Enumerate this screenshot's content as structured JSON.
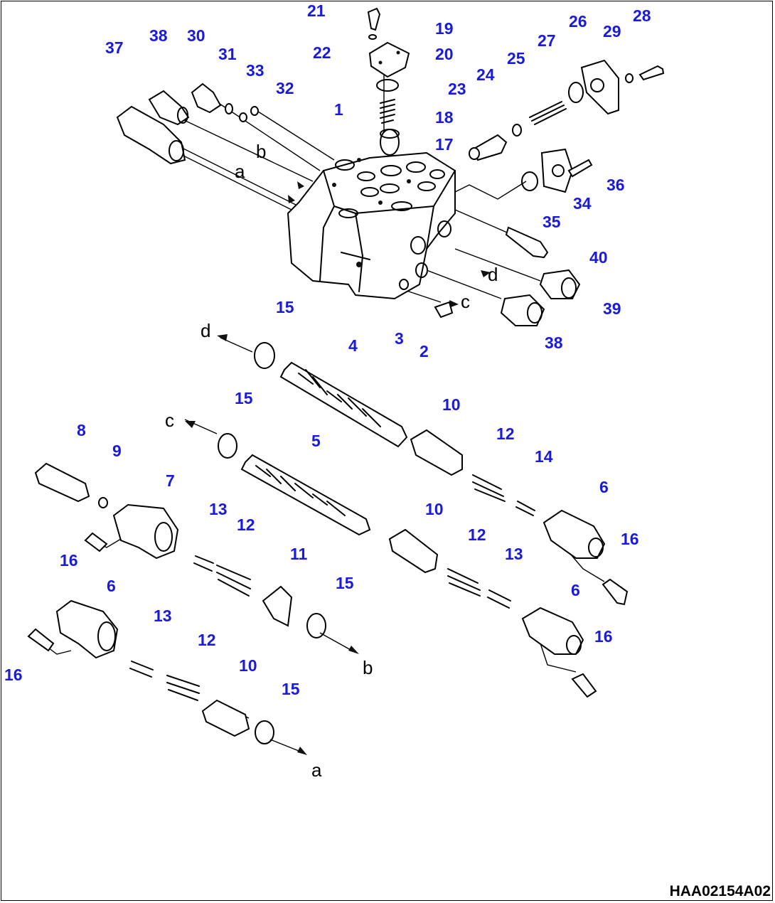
{
  "drawing_id": "HAA02154A02",
  "callout_color": "#1a1adc",
  "line_color": "#000000",
  "callouts": [
    {
      "id": "c21",
      "text": "21"
    },
    {
      "id": "c19",
      "text": "19"
    },
    {
      "id": "c22",
      "text": "22"
    },
    {
      "id": "c20",
      "text": "20"
    },
    {
      "id": "c26",
      "text": "26"
    },
    {
      "id": "c28",
      "text": "28"
    },
    {
      "id": "c29",
      "text": "29"
    },
    {
      "id": "c27",
      "text": "27"
    },
    {
      "id": "c25",
      "text": "25"
    },
    {
      "id": "c24",
      "text": "24"
    },
    {
      "id": "c23",
      "text": "23"
    },
    {
      "id": "c18",
      "text": "18"
    },
    {
      "id": "c17",
      "text": "17"
    },
    {
      "id": "c1",
      "text": "1"
    },
    {
      "id": "c37",
      "text": "37"
    },
    {
      "id": "c38a",
      "text": "38"
    },
    {
      "id": "c30",
      "text": "30"
    },
    {
      "id": "c31",
      "text": "31"
    },
    {
      "id": "c33",
      "text": "33"
    },
    {
      "id": "c32",
      "text": "32"
    },
    {
      "id": "c36",
      "text": "36"
    },
    {
      "id": "c34",
      "text": "34"
    },
    {
      "id": "c35",
      "text": "35"
    },
    {
      "id": "c40",
      "text": "40"
    },
    {
      "id": "c39",
      "text": "39"
    },
    {
      "id": "c38b",
      "text": "38"
    },
    {
      "id": "c3",
      "text": "3"
    },
    {
      "id": "c2",
      "text": "2"
    },
    {
      "id": "c15a",
      "text": "15"
    },
    {
      "id": "c4",
      "text": "4"
    },
    {
      "id": "c15b",
      "text": "15"
    },
    {
      "id": "c10a",
      "text": "10"
    },
    {
      "id": "c12a",
      "text": "12"
    },
    {
      "id": "c14",
      "text": "14"
    },
    {
      "id": "c5",
      "text": "5"
    },
    {
      "id": "c8",
      "text": "8"
    },
    {
      "id": "c9",
      "text": "9"
    },
    {
      "id": "c7",
      "text": "7"
    },
    {
      "id": "c6a",
      "text": "6"
    },
    {
      "id": "c16a",
      "text": "16"
    },
    {
      "id": "c10b",
      "text": "10"
    },
    {
      "id": "c13a",
      "text": "13"
    },
    {
      "id": "c12b",
      "text": "12"
    },
    {
      "id": "c11",
      "text": "11"
    },
    {
      "id": "c12c",
      "text": "12"
    },
    {
      "id": "c13b",
      "text": "13"
    },
    {
      "id": "c16b",
      "text": "16"
    },
    {
      "id": "c15c",
      "text": "15"
    },
    {
      "id": "c6b",
      "text": "6"
    },
    {
      "id": "c6c",
      "text": "6"
    },
    {
      "id": "c13c",
      "text": "13"
    },
    {
      "id": "c12d",
      "text": "12"
    },
    {
      "id": "c16c",
      "text": "16"
    },
    {
      "id": "c16d",
      "text": "16"
    },
    {
      "id": "c10c",
      "text": "10"
    },
    {
      "id": "c15d",
      "text": "15"
    }
  ],
  "port_letters": [
    {
      "id": "l_b1",
      "text": "b"
    },
    {
      "id": "l_a1",
      "text": "a"
    },
    {
      "id": "l_d1",
      "text": "d"
    },
    {
      "id": "l_c1",
      "text": "c"
    },
    {
      "id": "l_d2",
      "text": "d"
    },
    {
      "id": "l_c2",
      "text": "c"
    },
    {
      "id": "l_b2",
      "text": "b"
    },
    {
      "id": "l_a2",
      "text": "a"
    }
  ]
}
